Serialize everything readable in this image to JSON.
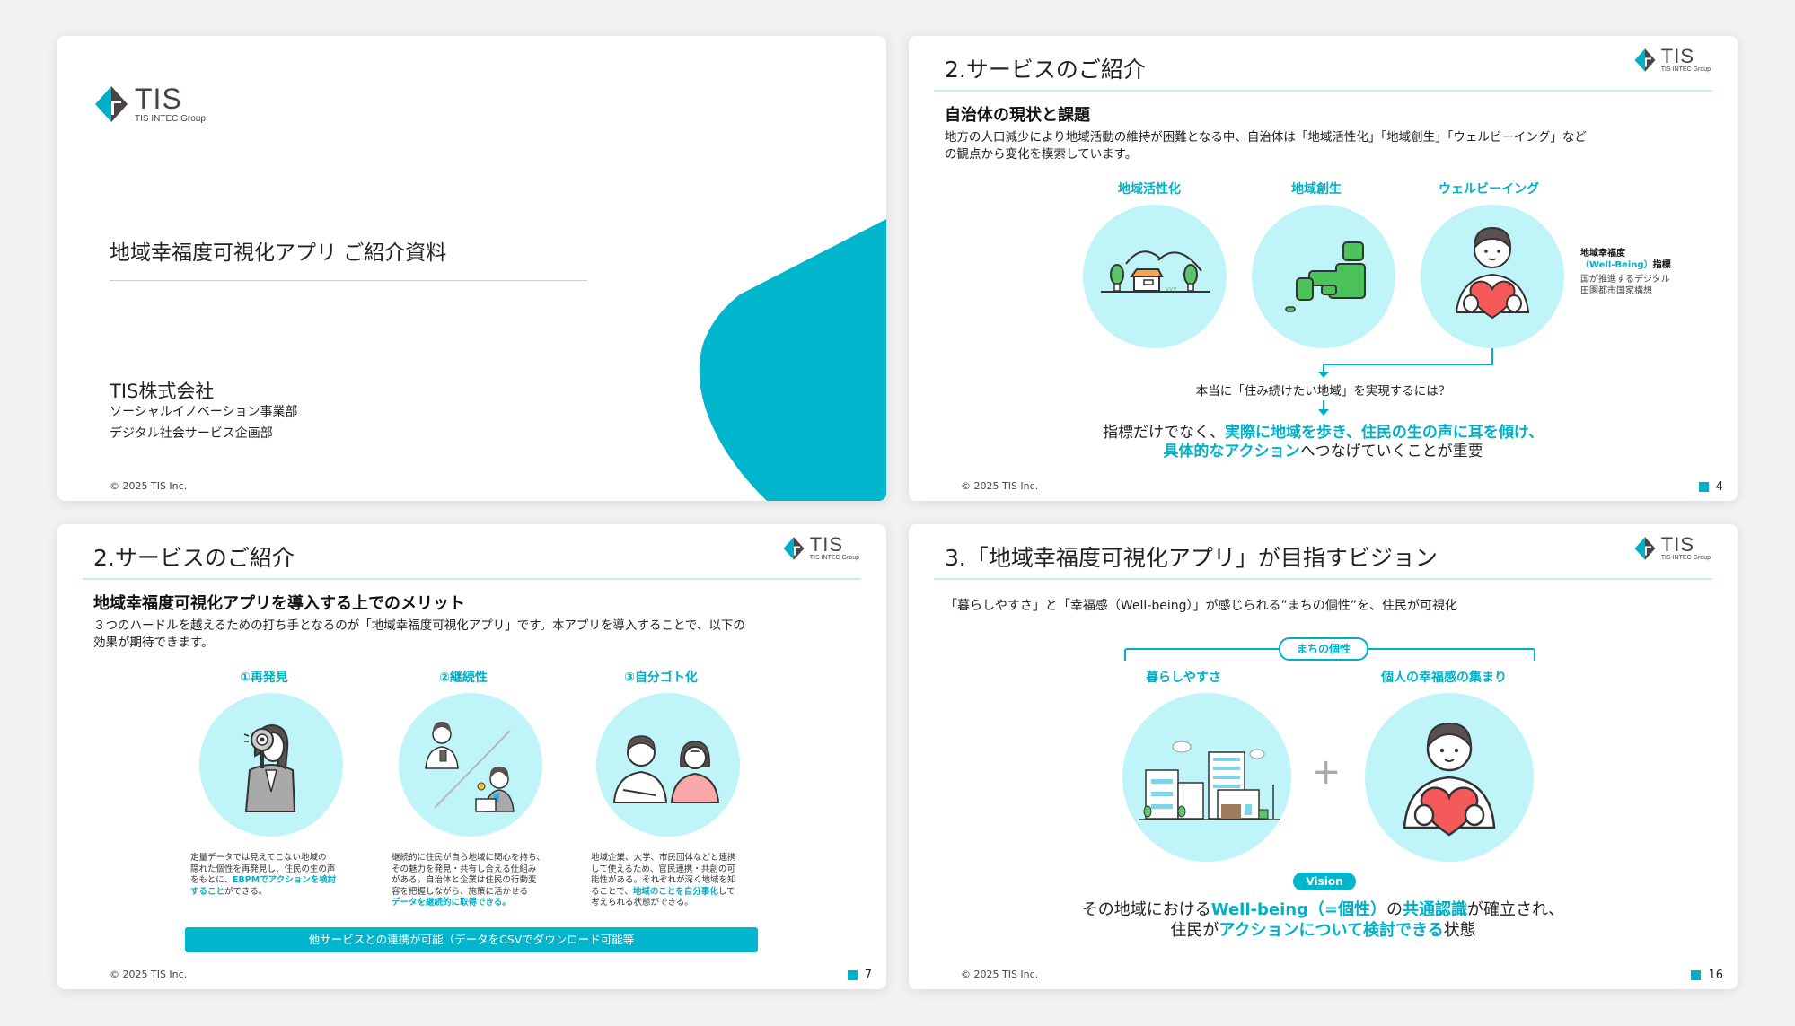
{
  "brand": {
    "accent": "#00b0c8",
    "circle_bg": "#bff4f8",
    "rule": "#bfeff5",
    "logo_text": "TIS",
    "logo_sub": "TIS INTEC Group"
  },
  "footer": {
    "copyright": "© 2025 TIS Inc."
  },
  "slides": [
    {
      "title": "地域幸福度可視化アプリ ご紹介資料",
      "company": "TIS株式会社",
      "department_1": "ソーシャルイノベーション事業部",
      "department_2": "デジタル社会サービス企画部"
    },
    {
      "title": "2.サービスのご紹介",
      "heading": "自治体の現状と課題",
      "body_line_1": "地方の人口減少により地域活動の維持が困難となる中、自治体は「地域活性化」「地域創生」「ウェルビーイング」など",
      "body_line_2": "の観点から変化を模索しています。",
      "columns": [
        {
          "label": "地域活性化",
          "icon": "village-illustration"
        },
        {
          "label": "地域創生",
          "icon": "japan-map-illustration"
        },
        {
          "label": "ウェルビーイング",
          "icon": "person-heart-illustration"
        }
      ],
      "side_note": {
        "title_1": "地域幸福度",
        "title_2_teal": "（Well-Being）",
        "title_2_rest": "指標",
        "sub_1": "国が推進するデジタル",
        "sub_2": "田園都市国家構想"
      },
      "question": "本当に「住み続けたい地域」を実現するには？",
      "conclusion": {
        "p1": "指標だけでなく、",
        "p2_teal": "実際に地域を歩き、住民の生の声に耳を傾け、",
        "p3_teal": "具体的なアクション",
        "p4": "へつなげていくことが重要"
      },
      "page": "4"
    },
    {
      "title": "2.サービスのご紹介",
      "heading": "地域幸福度可視化アプリを導入する上でのメリット",
      "body_line_1": "３つのハードルを越えるための打ち手となるのが「地域幸福度可視化アプリ」です。本アプリを導入することで、以下の",
      "body_line_2": "効果が期待できます。",
      "columns": [
        {
          "label": "①再発見",
          "icon": "magnifier-woman-illustration",
          "desc_lines": [
            " 定量データでは見えてこない地域の",
            "隠れた個性を再発見し、住民の生の声",
            "をもとに、"
          ],
          "desc_teal": "EBPMでアクションを検討",
          "desc_teal_2": "すること",
          "desc_tail": "ができる。"
        },
        {
          "label": "②継続性",
          "icon": "resident-and-officer-illustration",
          "desc_lines": [
            "継続的に住民が自ら地域に関心を持ち、",
            "その魅力を発見・共有し合える仕組み",
            "がある。自治体と企業は住民の行動変",
            "容を把握しながら、施策に活かせる"
          ],
          "desc_teal": "データを継続的に取得できる。"
        },
        {
          "label": "③自分ゴト化",
          "icon": "two-residents-illustration",
          "desc_lines": [
            "地域企業、大学、市民団体などと連携",
            "して使えるため、官民連携・共創の可",
            "能性がある。それぞれが深く地域を知",
            "ることで、"
          ],
          "desc_teal": "地域のことを自分事化",
          "desc_tail": "して",
          "desc_last": "考えられる状態ができる。"
        }
      ],
      "banner": "他サービスとの連携が可能（データをCSVでダウンロード可能等",
      "page": "7"
    },
    {
      "title": "3.「地域幸福度可視化アプリ」が目指すビジョン",
      "lead": "「暮らしやすさ」と「幸福感（Well-being）」が感じられる”まちの個性”を、住民が可視化",
      "bracket_label": "まちの個性",
      "left_label": "暮らしやすさ",
      "right_label": "個人の幸福感の集まり",
      "plus": "+",
      "vision_badge": "Vision",
      "vision": {
        "a1": "その地域における",
        "a2_teal": "Well-being（=個性）",
        "a3": "の",
        "a4_teal": "共通認識",
        "a5": "が確立され、",
        "b1": "住民が",
        "b2_teal": "アクションについて検討できる",
        "b3": "状態"
      },
      "page": "16"
    }
  ]
}
